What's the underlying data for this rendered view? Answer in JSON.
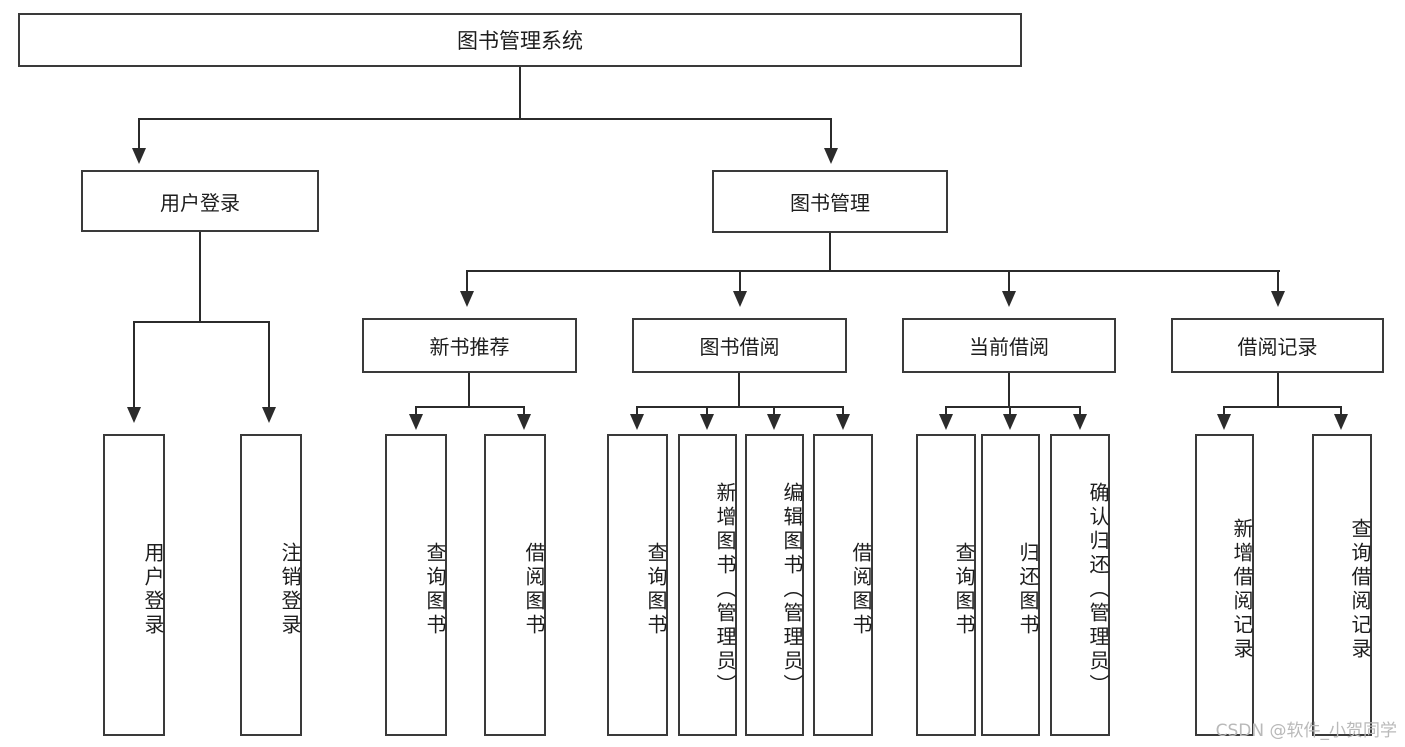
{
  "diagram": {
    "type": "tree-hierarchy",
    "title": "图书管理系统",
    "watermark": "CSDN @软件_小贺同学",
    "root": {
      "label": "图书管理系统"
    },
    "level2": [
      {
        "label": "用户登录"
      },
      {
        "label": "图书管理"
      }
    ],
    "level3": [
      {
        "label": "新书推荐"
      },
      {
        "label": "图书借阅"
      },
      {
        "label": "当前借阅"
      },
      {
        "label": "借阅记录"
      }
    ],
    "leaves": {
      "user_login": [
        {
          "label": "用户登录"
        },
        {
          "label": "注销登录"
        }
      ],
      "new_book_recommend": [
        {
          "label": "查询图书"
        },
        {
          "label": "借阅图书"
        }
      ],
      "book_borrow": [
        {
          "label": "查询图书"
        },
        {
          "label": "新增图书（管理员）"
        },
        {
          "label": "编辑图书（管理员）"
        },
        {
          "label": "借阅图书"
        }
      ],
      "current_borrow": [
        {
          "label": "查询图书"
        },
        {
          "label": "归还图书"
        },
        {
          "label": "确认归还（管理员）"
        }
      ],
      "borrow_record": [
        {
          "label": "新增借阅记录"
        },
        {
          "label": "查询借阅记录"
        }
      ]
    },
    "colors": {
      "stroke": "#3a3a3a",
      "connector": "#2b2b2b",
      "background": "#ffffff",
      "text": "#1d1d1d",
      "watermark": "#b9b9b9"
    }
  }
}
